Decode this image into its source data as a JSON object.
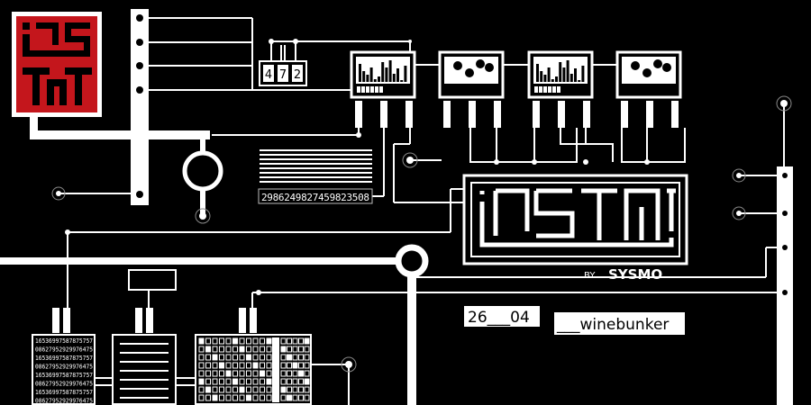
{
  "logo": {
    "text": "INSTAT"
  },
  "brand": {
    "by": "BY",
    "name": "SYSMO"
  },
  "event": {
    "date": "26___04",
    "venue": "___winebunker"
  },
  "counter": {
    "digits": [
      "4",
      "7",
      "2"
    ]
  },
  "serial_number": "2986249827459823508",
  "data_lines": [
    "16536997587875757",
    "08627952929976475",
    "16536997587875757",
    "08627952929976475",
    "16536997587875757",
    "08627952929976475",
    "16536997587875757",
    "08627952929976475"
  ],
  "colors": {
    "background": "#000000",
    "foreground": "#ffffff",
    "accent": "#c4161c"
  }
}
